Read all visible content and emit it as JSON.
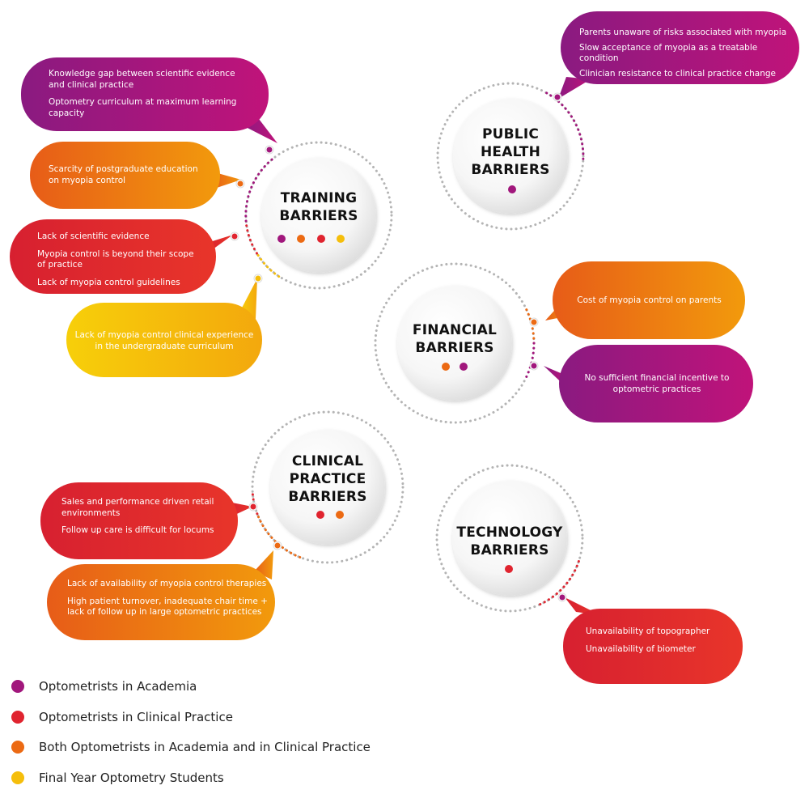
{
  "colors": {
    "academia": "#a1177c",
    "clinical": "#e0242f",
    "both": "#ec6a13",
    "students": "#f5be0b",
    "ring": "#b4b4b4"
  },
  "training": {
    "title": "TRAINING\nBARRIERS",
    "dots": [
      "academia",
      "both",
      "clinical",
      "students"
    ],
    "bubble_academia": [
      "Knowledge gap between scientific evidence and clinical practice",
      "Optometry curriculum at maximum learning capacity"
    ],
    "bubble_both": [
      "Scarcity of postgraduate education on myopia control"
    ],
    "bubble_clinical": [
      "Lack of scientific evidence",
      "Myopia control is beyond their scope of practice",
      "Lack of myopia control guidelines"
    ],
    "bubble_students": [
      "Lack of myopia control clinical experience in the undergraduate curriculum"
    ]
  },
  "public_health": {
    "title": "PUBLIC\nHEALTH\nBARRIERS",
    "dots": [
      "academia"
    ],
    "bubble_academia": [
      "Parents unaware of  risks associated with myopia",
      "Slow acceptance of myopia as a treatable condition",
      "Clinician resistance to clinical practice change"
    ]
  },
  "financial": {
    "title": "FINANCIAL\nBARRIERS",
    "dots": [
      "both",
      "academia"
    ],
    "bubble_both": [
      "Cost of myopia control on parents"
    ],
    "bubble_academia": [
      "No sufficient financial incentive to optometric practices"
    ]
  },
  "clinical_practice": {
    "title": "CLINICAL\nPRACTICE\nBARRIERS",
    "dots": [
      "clinical",
      "both"
    ],
    "bubble_clinical": [
      "Sales and performance driven retail environments",
      "Follow up care is difficult for locums"
    ],
    "bubble_both": [
      "Lack of availability of myopia control therapies",
      "High patient turnover, inadequate chair time + lack of follow up in large optometric practices"
    ]
  },
  "technology": {
    "title": "TECHNOLOGY\nBARRIERS",
    "dots": [
      "clinical"
    ],
    "bubble_clinical": [
      "Unavailability of topographer",
      "Unavailability of biometer"
    ]
  },
  "legend": [
    {
      "key": "academia",
      "label": "Optometrists in Academia"
    },
    {
      "key": "clinical",
      "label": "Optometrists in Clinical Practice"
    },
    {
      "key": "both",
      "label": "Both Optometrists in Academia and in Clinical Practice"
    },
    {
      "key": "students",
      "label": "Final Year Optometry Students"
    }
  ]
}
